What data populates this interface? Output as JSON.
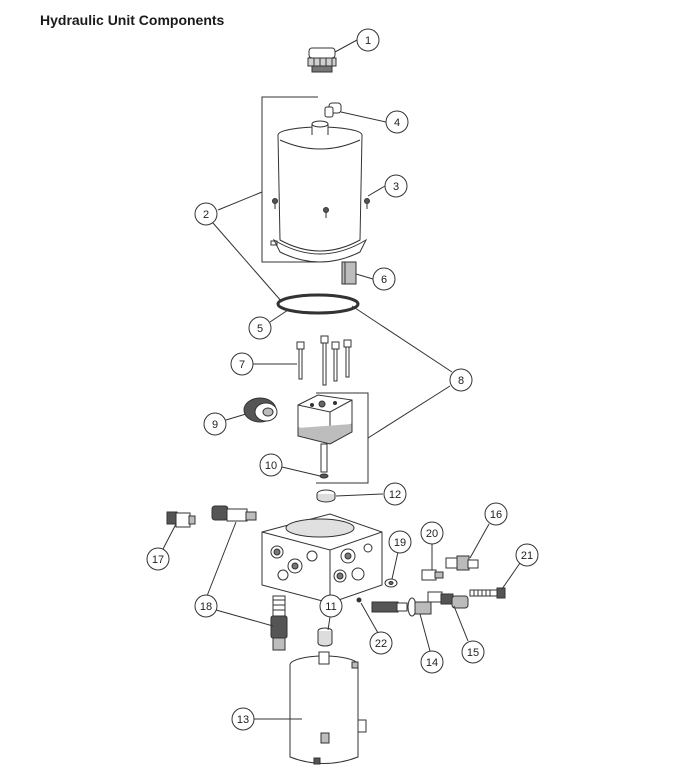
{
  "title": "Hydraulic Unit Components",
  "callouts": [
    "1",
    "2",
    "3",
    "4",
    "5",
    "6",
    "7",
    "8",
    "9",
    "10",
    "11",
    "12",
    "13",
    "14",
    "15",
    "16",
    "17",
    "18",
    "19",
    "20",
    "21",
    "22"
  ],
  "colors": {
    "line": "#333333",
    "fill_light": "#ffffff",
    "fill_shade": "#bdbdbd",
    "fill_dark": "#555555"
  }
}
